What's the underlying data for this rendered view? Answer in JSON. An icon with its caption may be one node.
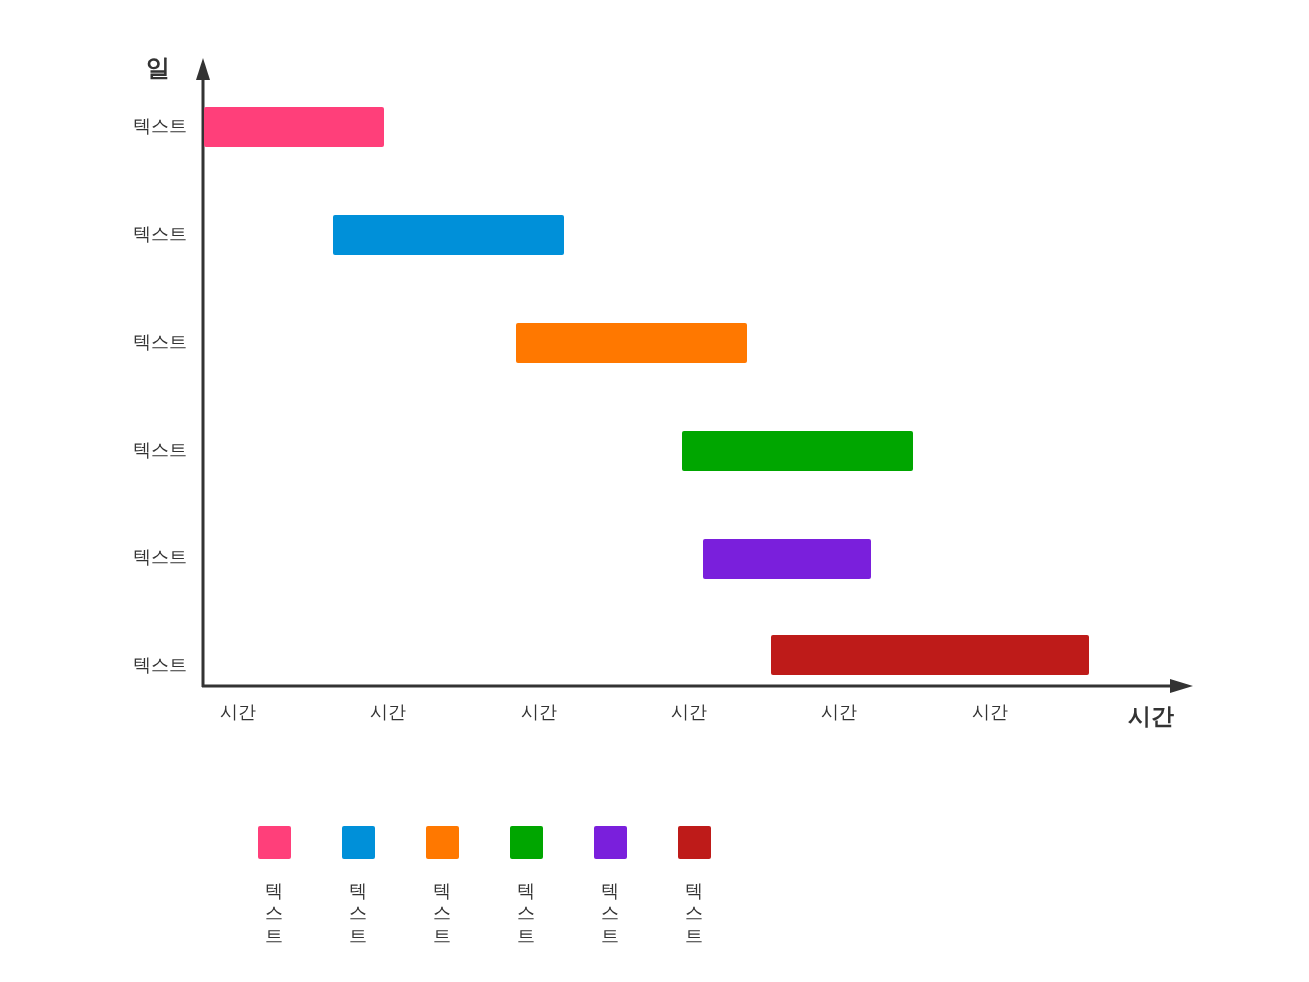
{
  "diagram": {
    "nodes": [
      {
        "text": [],
        "shape": "bar"
      },
      {
        "text": [],
        "shape": "bar"
      },
      {
        "text": [],
        "shape": "bar"
      },
      {
        "text": [],
        "shape": "bar"
      },
      {
        "text": [],
        "shape": "bar"
      },
      {
        "text": [],
        "shape": "bar"
      }
    ],
    "labels": [
      "일",
      "텍스트",
      "텍스트",
      "텍스트",
      "텍스트",
      "텍스트",
      "텍스트",
      "시간",
      "시간",
      "시간",
      "시간",
      "시간",
      "시간",
      "시간"
    ],
    "legend": [
      {
        "text": "텍스트",
        "color": "#ff3f7a"
      },
      {
        "text": "텍스트",
        "color": "#0090d9"
      },
      {
        "text": "텍스트",
        "color": "#ff7800"
      },
      {
        "text": "텍스트",
        "color": "#00a600"
      },
      {
        "text": "텍스트",
        "color": "#7a1fdc"
      },
      {
        "text": "텍스트",
        "color": "#be1b19"
      }
    ]
  }
}
